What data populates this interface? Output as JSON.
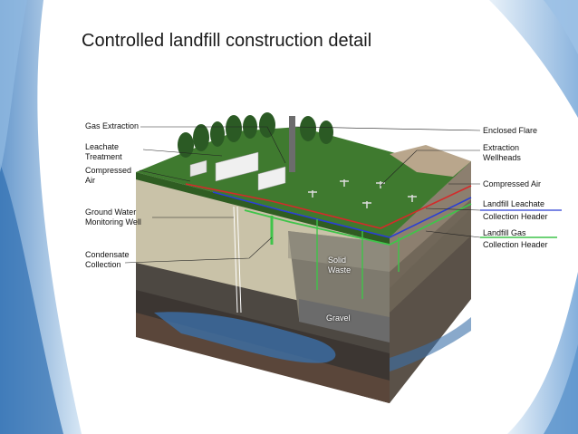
{
  "slide": {
    "title": "Controlled landfill construction detail"
  },
  "diagram": {
    "left_labels": {
      "gas_extraction": "Gas Extraction",
      "leachate_1": "Leachate",
      "leachate_2": "Treatment",
      "compressed_1": "Compressed",
      "compressed_2": "Air",
      "groundwater_1": "Ground Water",
      "groundwater_2": "Monitoring Well",
      "condensate_1": "Condensate",
      "condensate_2": "Collection"
    },
    "right_labels": {
      "enclosed_flare": "Enclosed Flare",
      "extraction_1": "Extraction",
      "extraction_2": "Wellheads",
      "compressed_air": "Compressed Air",
      "leachate_header_1": "Landfill Leachate",
      "leachate_header_2": "Collection Header",
      "gas_header_1": "Landfill Gas",
      "gas_header_2": "Collection Header"
    },
    "inside_labels": {
      "solid_1": "Solid",
      "solid_2": "Waste",
      "gravel": "Gravel"
    },
    "colors": {
      "grass": "#3f7a2f",
      "soil": "#c9c2a8",
      "compressed_air_line": "#d42a2a",
      "leachate_line": "#2a3fd4",
      "gas_line": "#3fc44a",
      "water": "#3b6fa8"
    }
  }
}
